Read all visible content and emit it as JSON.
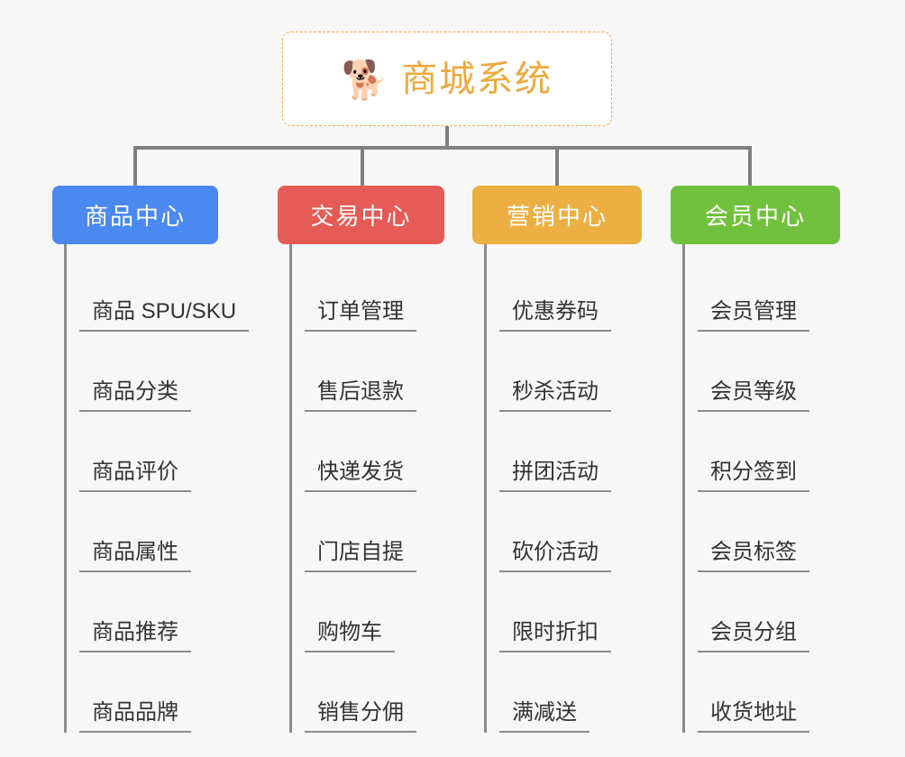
{
  "root": {
    "icon": "shiba-dog-face-emoji",
    "emoji": "🐕",
    "title": "商城系统",
    "text_color": "#eda93b",
    "border_color": "#e8b04b",
    "background": "#ffffff"
  },
  "canvas": {
    "background": "#f7f7f7",
    "connector_color": "#808080"
  },
  "branches": [
    {
      "label": "商品中心",
      "color": "#4a89f0",
      "items": [
        "商品 SPU/SKU",
        "商品分类",
        "商品评价",
        "商品属性",
        "商品推荐",
        "商品品牌"
      ]
    },
    {
      "label": "交易中心",
      "color": "#e55b55",
      "items": [
        "订单管理",
        "售后退款",
        "快递发货",
        "门店自提",
        "购物车",
        "销售分佣"
      ]
    },
    {
      "label": "营销中心",
      "color": "#edaf41",
      "items": [
        "优惠券码",
        "秒杀活动",
        "拼团活动",
        "砍价活动",
        "限时折扣",
        "满减送"
      ]
    },
    {
      "label": "会员中心",
      "color": "#72c13e",
      "items": [
        "会员管理",
        "会员等级",
        "积分签到",
        "会员标签",
        "会员分组",
        "收货地址"
      ]
    }
  ]
}
